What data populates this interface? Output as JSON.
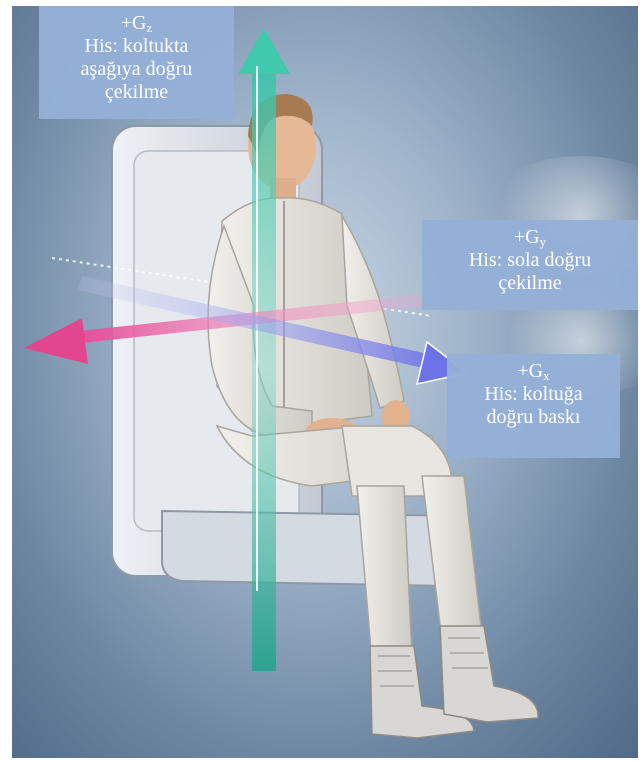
{
  "labels": {
    "gz": {
      "prefix": "+G",
      "subscript": "z",
      "line1": "His: koltukta",
      "line2": "aşağıya doğru",
      "line3": "çekilme"
    },
    "gy": {
      "prefix": "+G",
      "subscript": "y",
      "line1": "His: sola doğru",
      "line2": "çekilme"
    },
    "gx": {
      "prefix": "+G",
      "subscript": "x",
      "line1": "His: koltuğa",
      "line2": "doğru baskı"
    }
  },
  "colors": {
    "label_bg": "#94b0d6",
    "z_axis": "#3fbfa6",
    "y_axis": "#e0549a",
    "x_axis": "#8a8ff0",
    "seat": "#d9dee5",
    "suit": "#e4e1dc"
  },
  "icons": [
    "z-axis-arrow",
    "y-axis-arrow",
    "x-axis-arrow",
    "seat",
    "seated-person"
  ]
}
